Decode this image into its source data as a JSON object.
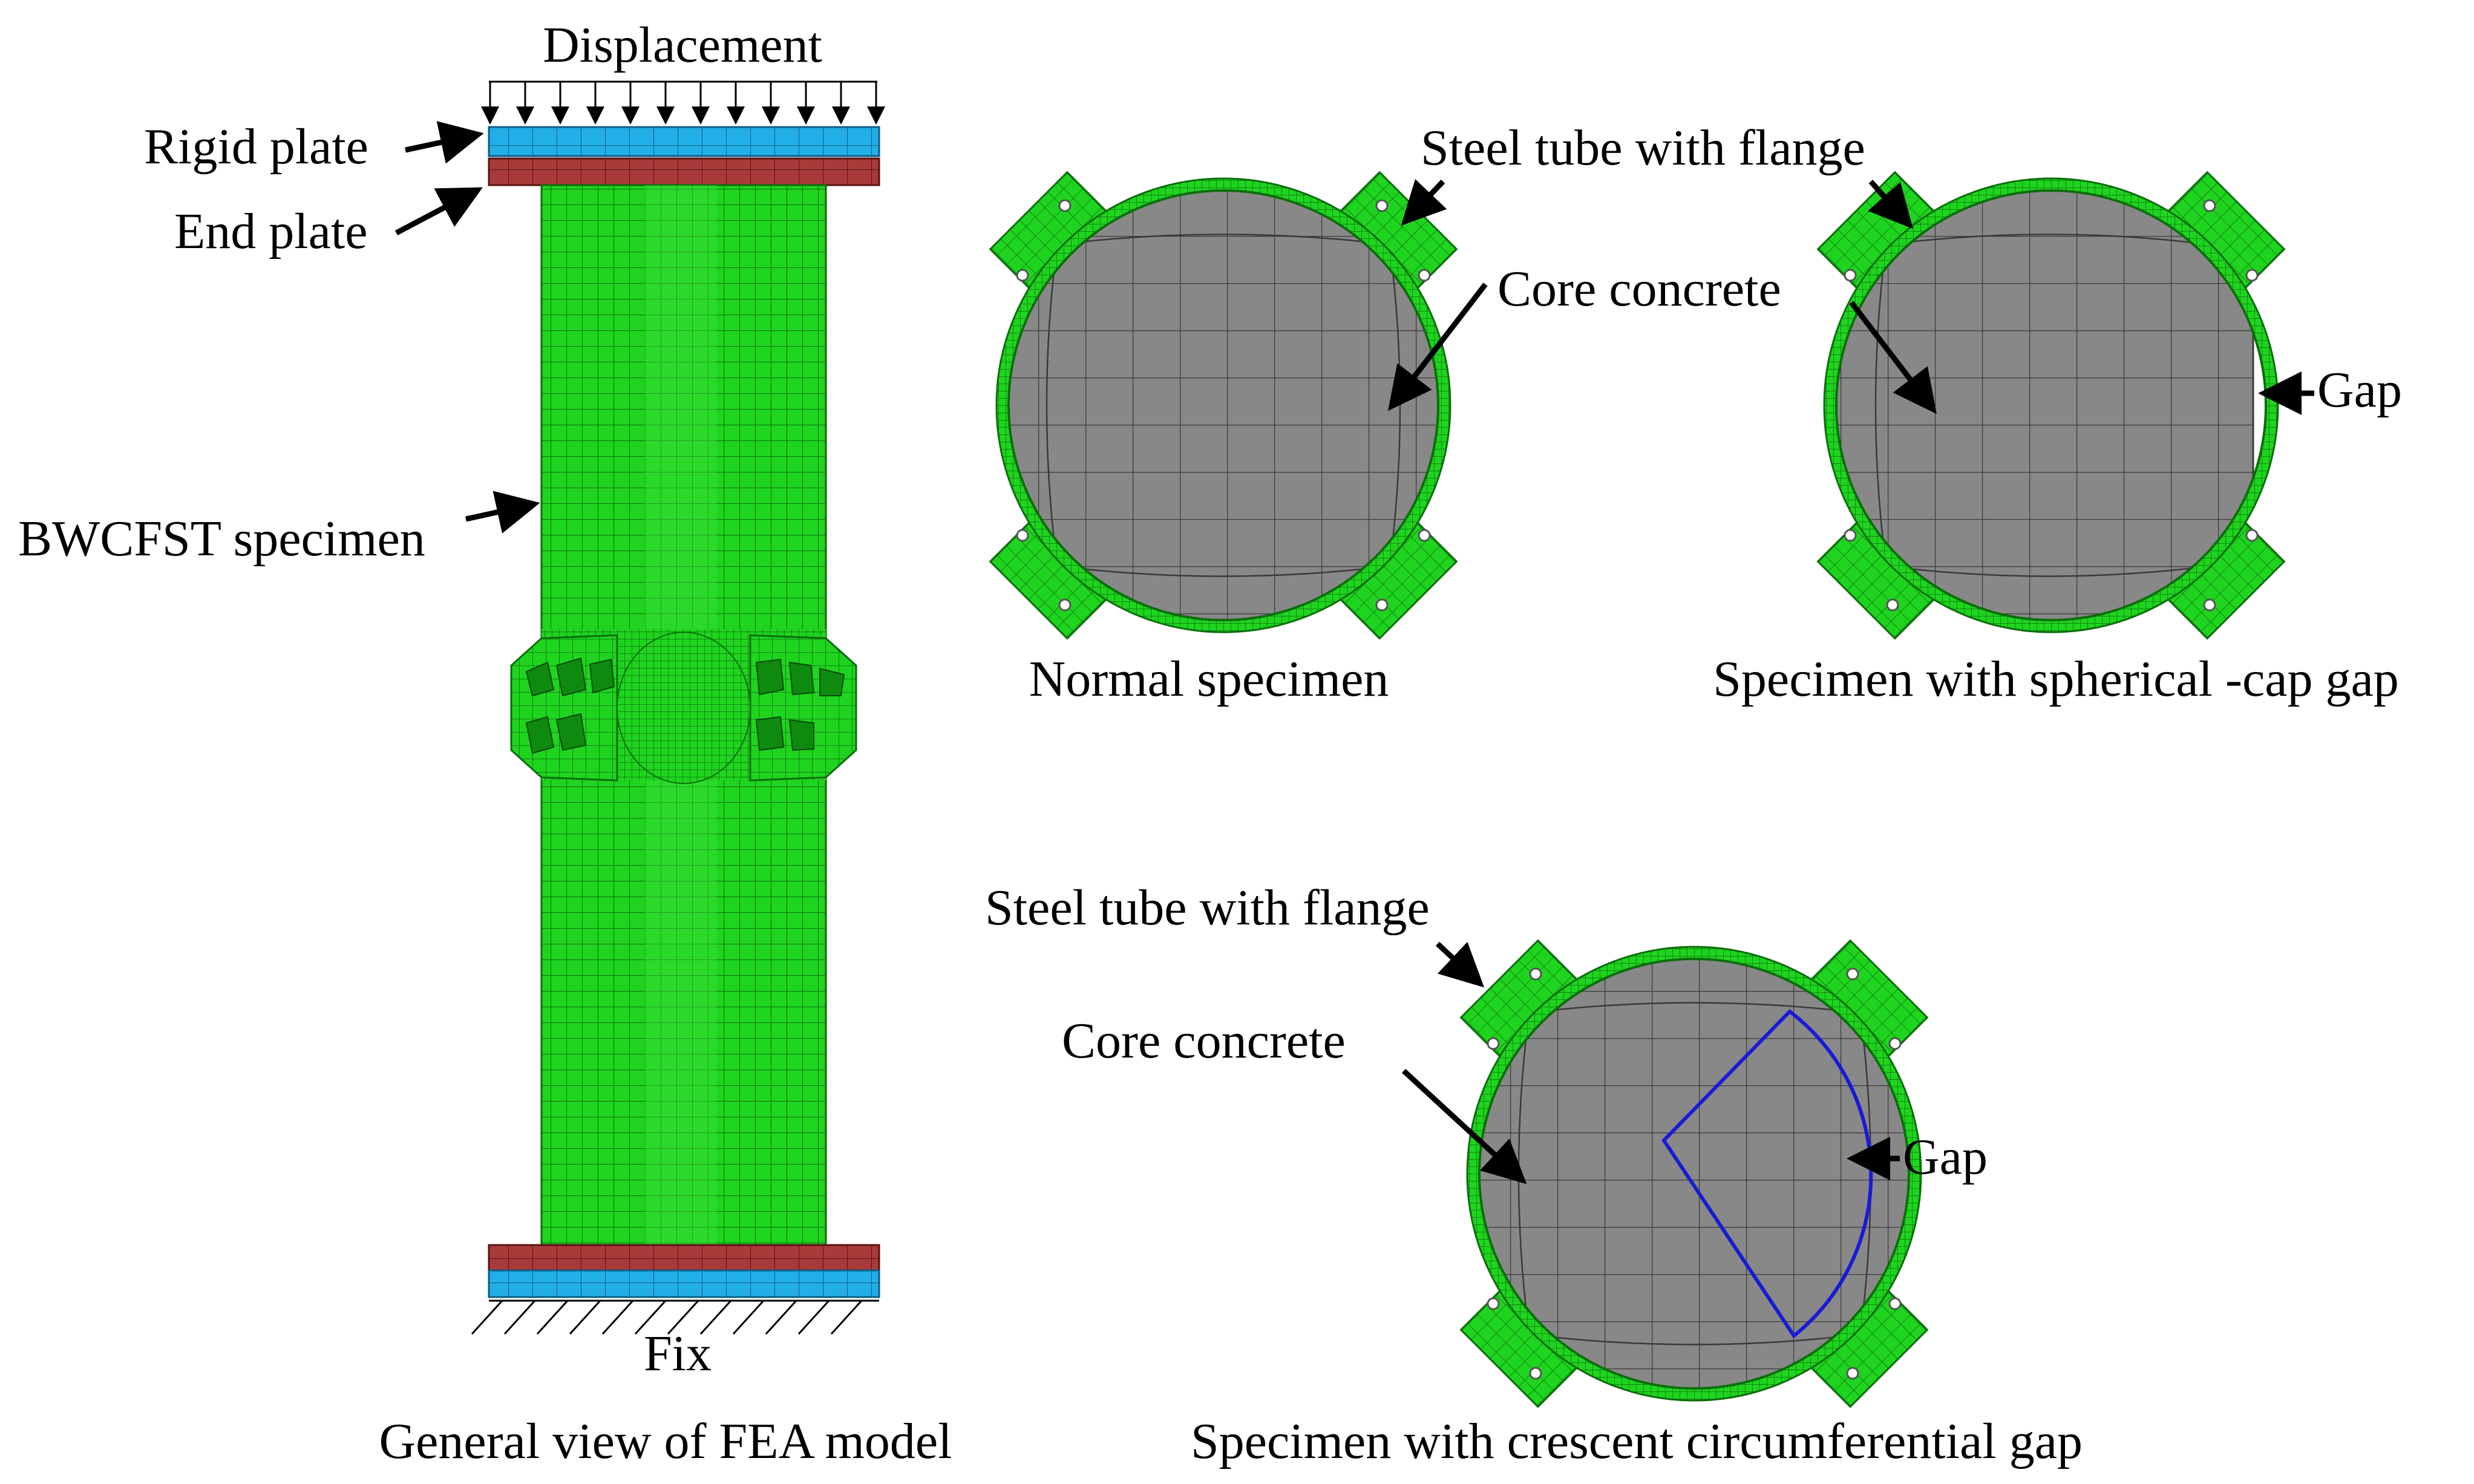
{
  "colors": {
    "tube_green": "#1fd41f",
    "mesh_line": "#0b6e0b",
    "concrete_gray": "#888888",
    "concrete_mesh": "#3a3a3a",
    "rigid_plate": "#22aee6",
    "end_plate": "#a93a3a",
    "gap_outline": "#1a1ad8",
    "arrow": "#000000"
  },
  "fea_model": {
    "caption": "General view of FEA model",
    "displacement_label": "Displacement",
    "rigid_plate_label": "Rigid plate",
    "end_plate_label": "End plate",
    "specimen_label": "BWCFST specimen",
    "fix_label": "Fix"
  },
  "normal_specimen": {
    "caption": "Normal specimen",
    "tube_label": "Steel tube with flange",
    "concrete_label": "Core concrete"
  },
  "spherical_cap_specimen": {
    "caption": "Specimen with spherical  -cap gap",
    "gap_label": "Gap"
  },
  "crescent_specimen": {
    "caption": "Specimen with crescent circumferential gap",
    "tube_label": "Steel tube with flange",
    "concrete_label": "Core concrete",
    "gap_label": "Gap"
  }
}
